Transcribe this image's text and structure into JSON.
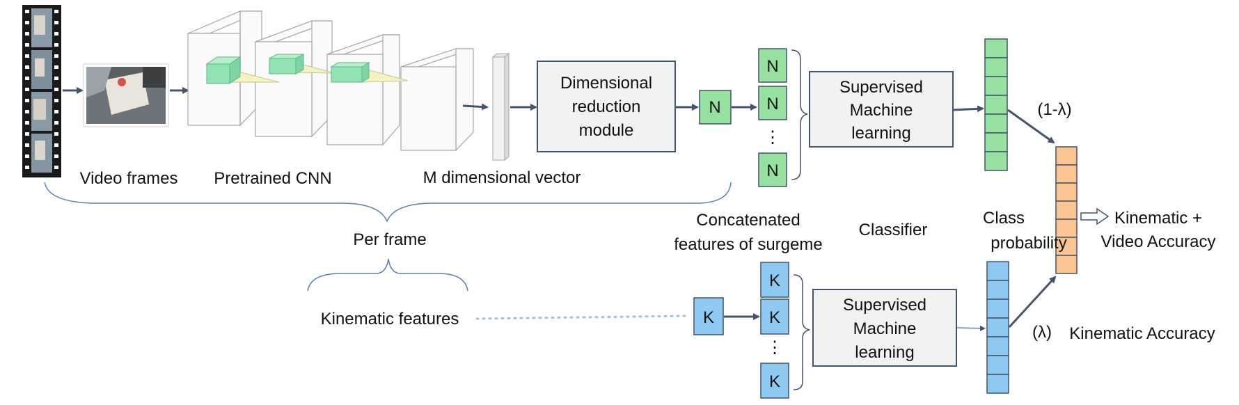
{
  "labels": {
    "video_frames": "Video frames",
    "pretrained_cnn": "Pretrained CNN",
    "m_vector": "M dimensional vector",
    "per_frame": "Per frame",
    "kinematic_features": "Kinematic features",
    "concat_line1": "Concatenated",
    "concat_line2": "features of surgeme",
    "classifier": "Classifier",
    "class_prob_line1": "Class",
    "class_prob_line2": "probability",
    "kv_line1": "Kinematic +",
    "kv_line2": "Video Accuracy",
    "kin_accuracy": "Kinematic Accuracy",
    "one_minus_lambda": "(1-λ)",
    "lambda": "(λ)"
  },
  "dim_reduction": {
    "line1": "Dimensional",
    "line2": "reduction",
    "line3": "module"
  },
  "sml_top": {
    "line1": "Supervised",
    "line2": "Machine",
    "line3": "learning"
  },
  "sml_bottom": {
    "line1": "Supervised",
    "line2": "Machine",
    "line3": "learning"
  },
  "cells": {
    "n": "N",
    "k": "K",
    "dots": "⋮"
  },
  "colors": {
    "green": "#96e0a0",
    "blue": "#8ec9f2",
    "orange": "#fbc592",
    "arrow": "#44546a",
    "bracket": "#5b7fb0",
    "box_fill": "#f2f2f2"
  }
}
